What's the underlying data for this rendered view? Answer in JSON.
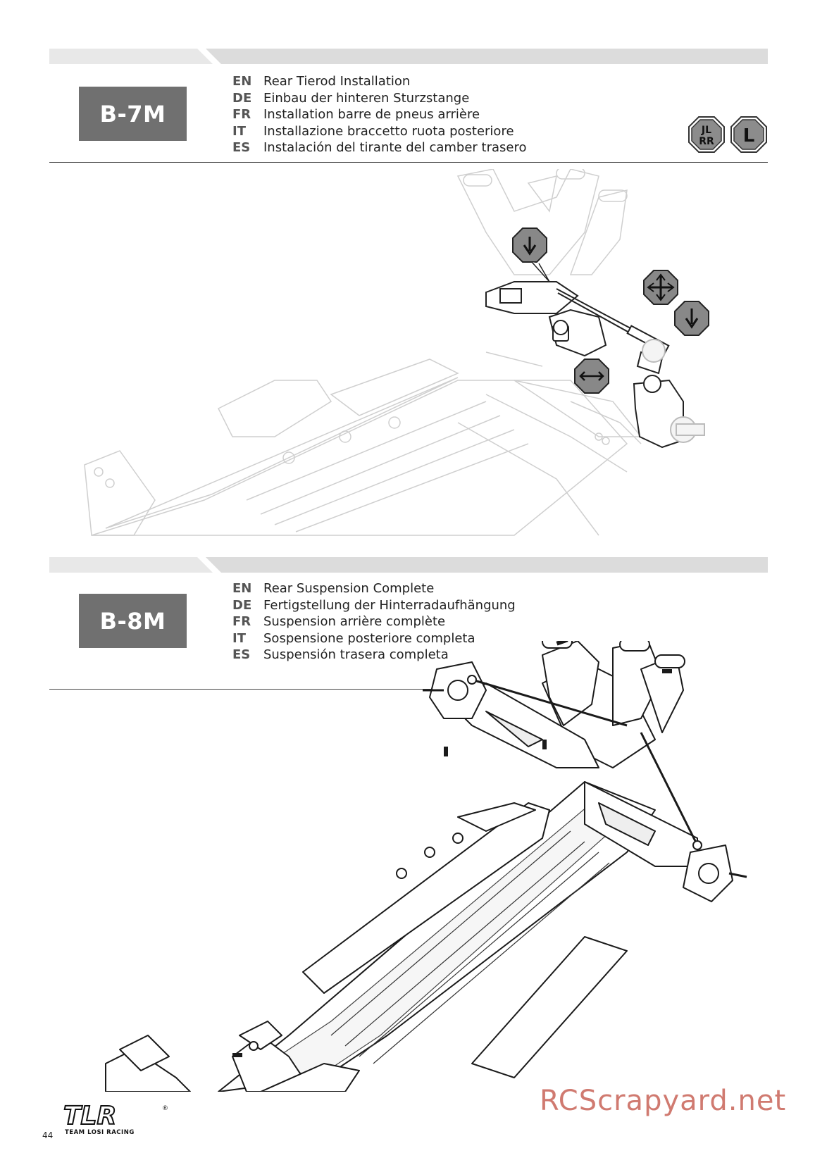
{
  "steps": [
    {
      "id": "B-7M",
      "instructions": [
        {
          "lang": "EN",
          "text": "Rear Tierod Installation"
        },
        {
          "lang": "DE",
          "text": "Einbau der hinteren Sturzstange"
        },
        {
          "lang": "FR",
          "text": "Installation barre de pneus arrière"
        },
        {
          "lang": "IT",
          "text": "Installazione braccetto ruota posteriore"
        },
        {
          "lang": "ES",
          "text": "Instalación del tirante del camber trasero"
        }
      ],
      "icons": [
        "left-right-reversal-icon",
        "left-side-L-icon"
      ],
      "icon_labels": [
        "JL RR",
        "L"
      ],
      "illustration": "rear-tierod-installation-diagram",
      "callouts": [
        "down-arrow-icon",
        "four-way-arrow-icon",
        "down-arrow-icon",
        "horizontal-adjust-arrow-icon"
      ]
    },
    {
      "id": "B-8M",
      "instructions": [
        {
          "lang": "EN",
          "text": "Rear Suspension Complete"
        },
        {
          "lang": "DE",
          "text": "Fertigstellung der Hinterradaufhängung"
        },
        {
          "lang": "FR",
          "text": "Suspension arrière complète"
        },
        {
          "lang": "IT",
          "text": "Sospensione posteriore completa"
        },
        {
          "lang": "ES",
          "text": "Suspensión trasera completa"
        }
      ],
      "illustration": "rear-suspension-complete-diagram"
    }
  ],
  "footer": {
    "page_number": "44",
    "logo_text": "TLR",
    "logo_subtext": "TEAM LOSI RACING",
    "watermark": "RCScrapyard.net"
  },
  "colors": {
    "badge": "#707070",
    "bar": "#e6e6e6",
    "watermark": "#d07a70"
  }
}
